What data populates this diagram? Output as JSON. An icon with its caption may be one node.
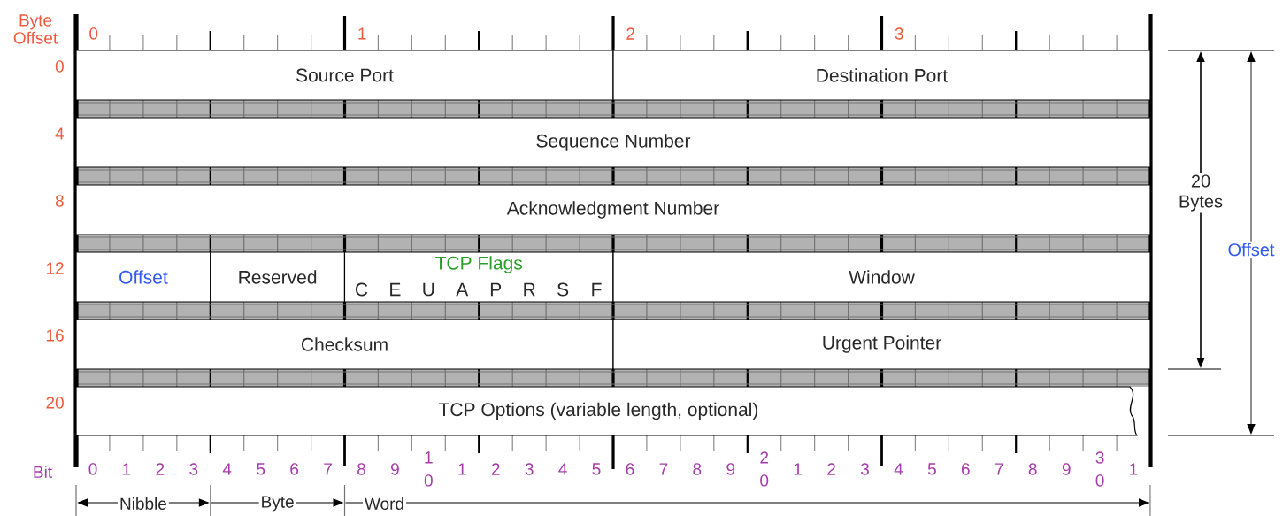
{
  "diagram": {
    "nodes": [
      {
        "text": [
          "Source Port"
        ]
      },
      {
        "text": [
          "Destination Port"
        ]
      },
      {
        "text": [
          "Sequence Number"
        ]
      },
      {
        "text": [
          "Acknowledgment Number"
        ]
      },
      {
        "text": [
          "Offset"
        ]
      },
      {
        "text": [
          "Reserved"
        ]
      },
      {
        "text": [
          "TCP Flags",
          "C",
          "E",
          "U",
          "A",
          "P",
          "R",
          "S",
          "F"
        ]
      },
      {
        "text": [
          "Window"
        ]
      },
      {
        "text": [
          "Checksum"
        ]
      },
      {
        "text": [
          "Urgent Pointer"
        ]
      },
      {
        "text": [
          "TCP Options (variable length, optional)"
        ]
      }
    ],
    "labels": [
      "Byte Offset",
      "0",
      "1",
      "2",
      "3",
      "0",
      "4",
      "8",
      "12",
      "16",
      "20",
      "Bit",
      "0",
      "1",
      "2",
      "3",
      "4",
      "5",
      "6",
      "7",
      "8",
      "9",
      "1 0",
      "1",
      "2",
      "3",
      "4",
      "5",
      "6",
      "7",
      "8",
      "9",
      "2 0",
      "1",
      "2",
      "3",
      "4",
      "5",
      "6",
      "7",
      "8",
      "9",
      "3 0",
      "1",
      "Nibble",
      "Byte",
      "Word",
      "20 Bytes",
      "Offset"
    ]
  }
}
